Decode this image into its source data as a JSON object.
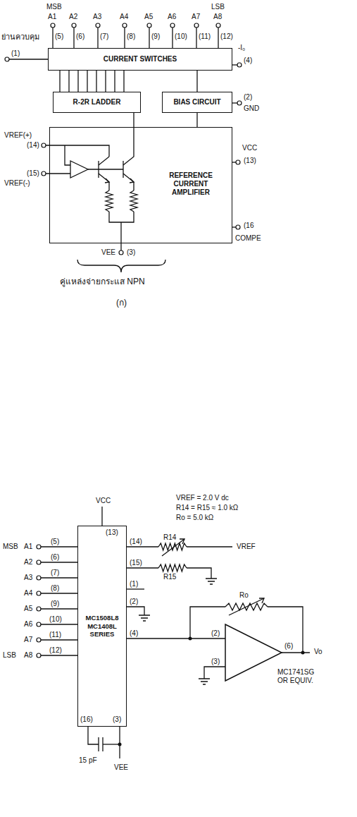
{
  "diagram": {
    "nodes": [
      {
        "text": [
          "CURRENT SWITCHES"
        ]
      },
      {
        "text": [
          "R-2R LADDER"
        ]
      },
      {
        "text": [
          "BIAS CIRCUIT"
        ]
      },
      {
        "text": [
          "REFERENCE CURRENT AMPLIFIER"
        ]
      },
      {
        "text": [
          "MC1508L8 MC1408L SERIES"
        ]
      },
      {
        "text": [
          "MC1741SG OR EQUIV."
        ]
      }
    ],
    "edges": [
      {
        "from": 0,
        "to": 1,
        "arrow": "none"
      },
      {
        "from": 0,
        "to": 2,
        "arrow": "none"
      },
      {
        "from": 1,
        "to": 3,
        "arrow": "none"
      },
      {
        "from": 2,
        "to": 3,
        "arrow": "none"
      },
      {
        "from": 4,
        "to": 5,
        "arrow": "none"
      }
    ],
    "labels": [
      "MSB",
      "A1",
      "A2",
      "A3",
      "A4",
      "A5",
      "A6",
      "A7",
      "LSB",
      "A8",
      "(5)",
      "(6)",
      "(7)",
      "(8)",
      "(9)",
      "(10)",
      "(11)",
      "(12)",
      "ย่านควบคุม",
      "(1)",
      "-I₀",
      "(4)",
      "(2)",
      "GND",
      "VREF(+)",
      "(14)",
      "(15)",
      "VREF(-)",
      "VCC",
      "(13)",
      "(16",
      "COMPE",
      "VEE",
      "(3)",
      "คู่แหล่งจ่ายกระแส NPN",
      "(ก)",
      "VCC",
      "VREF = 2.0 V dc",
      "R14 = R15 ≈ 1.0 kΩ",
      "Ro = 5.0 kΩ",
      "(13)",
      "MSB",
      "A1",
      "(5)",
      "A2",
      "(6)",
      "A3",
      "(7)",
      "A4",
      "(8)",
      "A5",
      "(9)",
      "A6",
      "(10)",
      "A7",
      "(11)",
      "LSB",
      "A8",
      "(12)",
      "(14)",
      "R14",
      "VREF",
      "(15)",
      "R15",
      "(1)",
      "(2)",
      "(4)",
      "Ro",
      "(2)",
      "(3)",
      "(6)",
      "Vo",
      "(16)",
      "(3)",
      "15 pF",
      "VEE"
    ]
  }
}
